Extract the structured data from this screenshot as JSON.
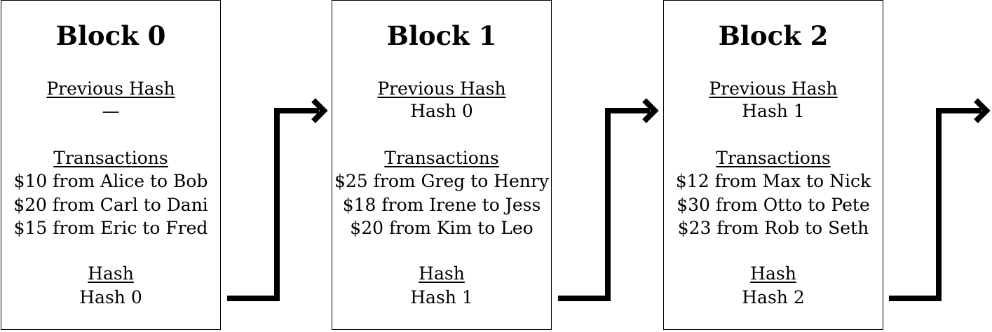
{
  "labels": {
    "previous_hash": "Previous Hash",
    "transactions": "Transactions",
    "hash": "Hash"
  },
  "blocks": [
    {
      "title": "Block 0",
      "previous_hash": "—",
      "transactions": [
        "$10 from Alice to Bob",
        "$20 from Carl to Dani",
        "$15 from Eric to Fred"
      ],
      "hash": "Hash 0"
    },
    {
      "title": "Block 1",
      "previous_hash": "Hash 0",
      "transactions": [
        "$25 from Greg to Henry",
        "$18 from Irene to Jess",
        "$20 from Kim to Leo"
      ],
      "hash": "Hash 1"
    },
    {
      "title": "Block 2",
      "previous_hash": "Hash 1",
      "transactions": [
        "$12 from Max to Nick",
        "$30 from Otto to Pete",
        "$23 from Rob to Seth"
      ],
      "hash": "Hash 2"
    }
  ],
  "colors": {
    "stroke": "#000000",
    "background": "#ffffff"
  }
}
